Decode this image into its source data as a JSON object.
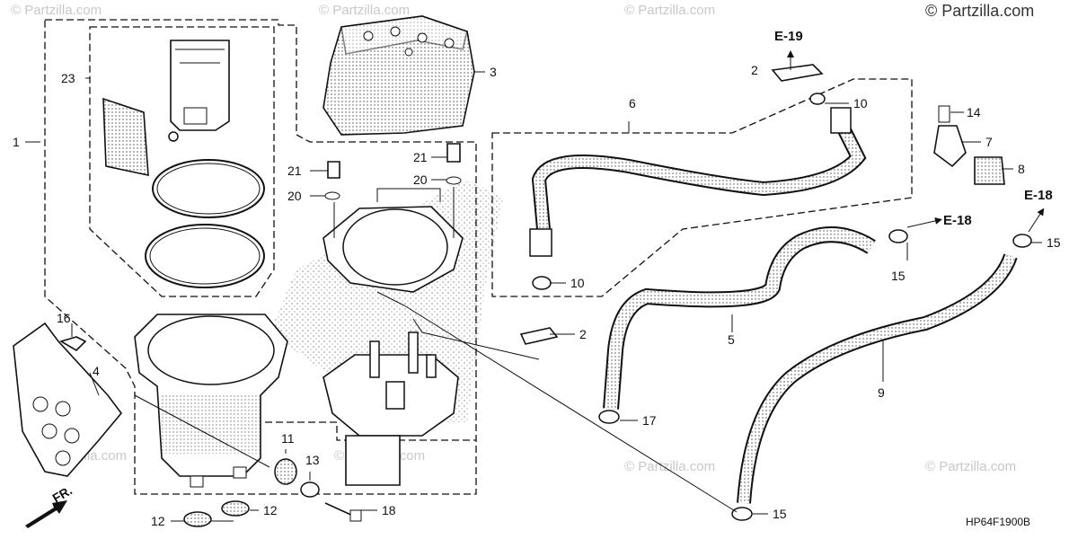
{
  "watermark": "© Partzilla.com",
  "copyright": "© Partzilla.com",
  "diagram_code": "HP64F1900B",
  "front_arrow_label": "FR.",
  "refs": {
    "e19": "E-19",
    "e18_mid": "E-18",
    "e18_right": "E-18"
  },
  "callouts": {
    "c1": "1",
    "c2a": "2",
    "c2b": "2",
    "c3": "3",
    "c4": "4",
    "c5": "5",
    "c6": "6",
    "c7": "7",
    "c8": "8",
    "c9": "9",
    "c10a": "10",
    "c10b": "10",
    "c11": "11",
    "c12a": "12",
    "c12b": "12",
    "c13": "13",
    "c14": "14",
    "c15a": "15",
    "c15b": "15",
    "c15c": "15",
    "c16": "16",
    "c17": "17",
    "c18": "18",
    "c20a": "20",
    "c20b": "20",
    "c21a": "21",
    "c21b": "21",
    "c23": "23"
  }
}
